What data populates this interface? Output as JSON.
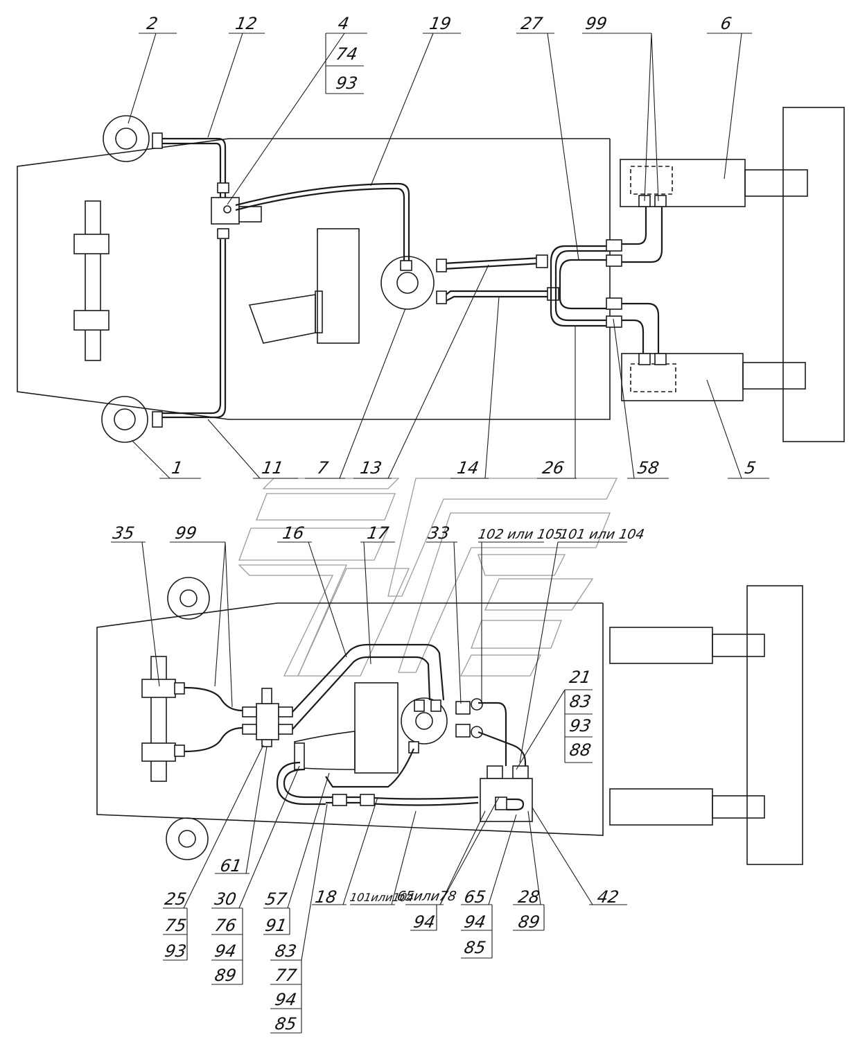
{
  "top_view": {
    "labels": {
      "l2": "2",
      "l12": "12",
      "l4": "4",
      "l74": "74",
      "l93": "93",
      "l19": "19",
      "l27": "27",
      "l99": "99",
      "l6": "6",
      "l1": "1",
      "l11": "11",
      "l7": "7",
      "l13": "13",
      "l14": "14",
      "l26": "26",
      "l58": "58",
      "l5": "5"
    }
  },
  "bottom_view": {
    "labels": {
      "l35": "35",
      "l99": "99",
      "l16": "16",
      "l17": "17",
      "l33": "33",
      "l102": "102 или 105",
      "l101": "101 или 104",
      "l21": "21",
      "l83": "83",
      "l93": "93",
      "l88": "88",
      "l61": "61",
      "l25": "25",
      "l75": "75",
      "l93b": "93",
      "l30": "30",
      "l76": "76",
      "l94": "94",
      "l89": "89",
      "l57": "57",
      "l91": "91",
      "l83b": "83",
      "l77": "77",
      "l94b": "94",
      "l85": "85",
      "l18": "18",
      "l101b": "101или104",
      "l65o78": "65или78",
      "l94c": "94",
      "l65": "65",
      "l94d": "94",
      "l85b": "85",
      "l28": "28",
      "l89b": "89",
      "l42": "42"
    }
  }
}
